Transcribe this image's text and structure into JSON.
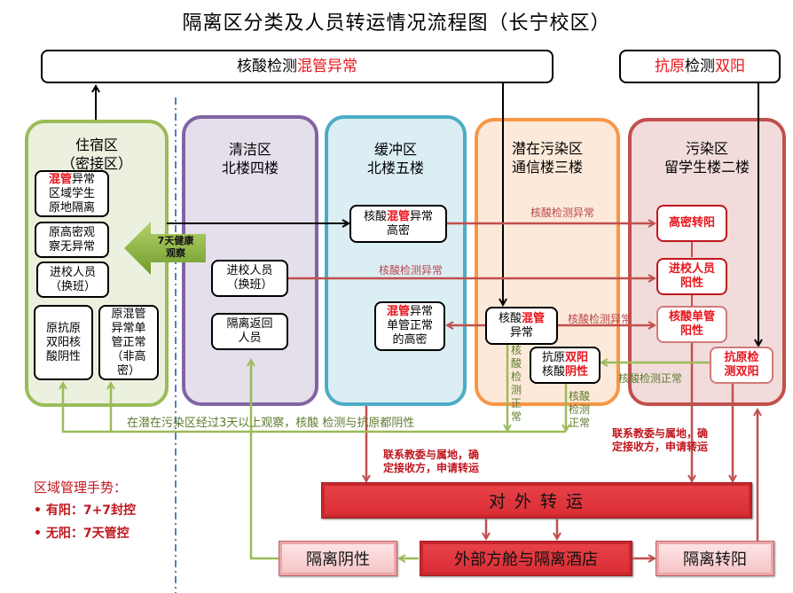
{
  "title": "隔离区分类及人员转运情况流程图（长宁校区）",
  "top_boxes": {
    "nucleic": {
      "prefix": "核酸检测",
      "highlight": "混管异常"
    },
    "antigen": {
      "part1": "抗原",
      "part2": "检测",
      "part3": "双阳"
    }
  },
  "zones": [
    {
      "id": "dorm",
      "line1": "住宿区",
      "line2": "（密接区）",
      "color": "#9bbb59",
      "bg": "#ebf1de"
    },
    {
      "id": "clean",
      "line1": "清洁区",
      "line2": "北楼四楼",
      "color": "#8064a2",
      "bg": "#e5dfec"
    },
    {
      "id": "buffer",
      "line1": "缓冲区",
      "line2": "北楼五楼",
      "color": "#4bacc6",
      "bg": "#dbeef4"
    },
    {
      "id": "potential",
      "line1": "潜在污染区",
      "line2": "通信楼三楼",
      "color": "#f79646",
      "bg": "#fde9d9"
    },
    {
      "id": "polluted",
      "line1": "污染区",
      "line2": "留学生楼二楼",
      "color": "#c0504d",
      "bg": "#f2dcdb"
    }
  ],
  "dorm_boxes": {
    "b1": {
      "hl": "混管",
      "rest1": "异常",
      "l2": "区域学生",
      "l3": "原地隔离"
    },
    "b2": {
      "l1": "原高密观",
      "l2": "察无异常"
    },
    "b3": {
      "l1": "进校人员",
      "l2": "（换班）"
    },
    "b4": {
      "l1": "原抗原",
      "l2": "双阳核",
      "l3": "酸阴性"
    },
    "b5": {
      "l1": "原混管",
      "l2": "异常单",
      "l3": "管正常",
      "l4": "（非高",
      "l5": "密）"
    }
  },
  "health_arrow": {
    "l1": "7天健康",
    "l2": "观察"
  },
  "clean_boxes": {
    "entry": {
      "l1": "进校人员",
      "l2": "（换班）"
    },
    "returned": {
      "l1": "隔离返回",
      "l2": "人员"
    }
  },
  "buffer_boxes": {
    "high": {
      "p1": "核酸",
      "hl": "混管",
      "p2": "异常",
      "l2": "高密"
    },
    "single": {
      "hl": "混管",
      "p1": "异常",
      "l2": "单管正常",
      "l3": "的高密"
    }
  },
  "potential_boxes": {
    "mixed": {
      "p1": "核酸",
      "hl": "混管",
      "l2": "异常"
    },
    "antigen": {
      "p1": "抗原",
      "hl1": "双阳",
      "p2": "核酸",
      "hl2": "阴性"
    }
  },
  "polluted_boxes": {
    "b1": {
      "l1": "高密转阳"
    },
    "b2": {
      "l1": "进校人员",
      "l2": "阳性"
    },
    "b3": {
      "l1": "核酸单管",
      "l2": "阳性"
    },
    "b4": {
      "l1": "抗原检",
      "l2": "测双阳"
    }
  },
  "labels": {
    "abn1": "核酸检测异常",
    "abn2": "核酸检测异常",
    "abn3": "核酸检测异常",
    "normal_h": "核酸检测正常",
    "normal_v1": [
      "核",
      "酸",
      "检",
      "测",
      "正",
      "常"
    ],
    "normal_v2": [
      "核酸",
      "检测",
      "正常"
    ],
    "observe": "在潜在污染区经过3天以上观察，核酸 检测与抗原都阴性",
    "contact_left": [
      "联系教委与属地，确",
      "定接收方，申请转运"
    ],
    "contact_right": [
      "联系教委与属地，确",
      "定接收方，申请转运"
    ]
  },
  "bottom": {
    "transfer": "对 外 转 运",
    "hotel": "外部方舱与隔离酒店",
    "negative": "隔离阴性",
    "positive": "隔离转阳"
  },
  "legend": {
    "title": "区域管理手势：",
    "items": [
      "有阳：7+7封控",
      "无阳：7天管控"
    ]
  }
}
